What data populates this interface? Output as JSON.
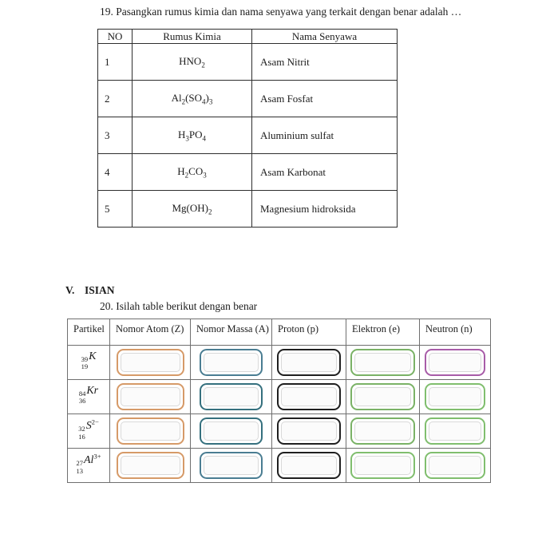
{
  "question19": {
    "text": "19. Pasangkan rumus kimia dan nama senyawa yang terkait dengan benar adalah …"
  },
  "table1": {
    "headers": [
      "NO",
      "Rumus Kimia",
      "Nama Senyawa"
    ],
    "rows": [
      {
        "no": "1",
        "formula": [
          {
            "t": "HNO"
          },
          {
            "b": "2"
          }
        ],
        "name": "Asam Nitrit"
      },
      {
        "no": "2",
        "formula": [
          {
            "t": "Al"
          },
          {
            "b": "2"
          },
          {
            "t": "(SO"
          },
          {
            "b": "4"
          },
          {
            "t": ")"
          },
          {
            "b": "3"
          }
        ],
        "name": "Asam Fosfat"
      },
      {
        "no": "3",
        "formula": [
          {
            "t": "H"
          },
          {
            "b": "3"
          },
          {
            "t": "PO"
          },
          {
            "b": "4"
          }
        ],
        "name": "Aluminium sulfat"
      },
      {
        "no": "4",
        "formula": [
          {
            "t": "H"
          },
          {
            "b": "2"
          },
          {
            "t": "CO"
          },
          {
            "b": "3"
          }
        ],
        "name": "Asam Karbonat"
      },
      {
        "no": "5",
        "formula": [
          {
            "t": "Mg(OH)"
          },
          {
            "b": "2"
          }
        ],
        "name": "Magnesium hidroksida"
      }
    ]
  },
  "section5": {
    "numeral": "V.",
    "title": "ISIAN"
  },
  "question20": {
    "text": "20. Isilah table berikut dengan benar"
  },
  "table2": {
    "headers": [
      "Partikel",
      "Nomor Atom (Z)",
      "Nomor Massa (A)",
      "Proton (p)",
      "Elektron (e)",
      "Neutron (n)"
    ],
    "rows": [
      {
        "particle": {
          "mass": "39",
          "atomic": "19",
          "symbol": "K",
          "charge": ""
        },
        "boxes": [
          {
            "column": "nomor-atom",
            "color": "#D69A68"
          },
          {
            "column": "nomor-massa",
            "color": "#4A7D92"
          },
          {
            "column": "proton",
            "color": "#1F1F1F"
          },
          {
            "column": "elektron",
            "color": "#7AB266"
          },
          {
            "column": "neutron",
            "color": "#A85CA8"
          }
        ]
      },
      {
        "particle": {
          "mass": "84",
          "atomic": "36",
          "symbol": "Kr",
          "charge": ""
        },
        "boxes": [
          {
            "column": "nomor-atom",
            "color": "#D69A68"
          },
          {
            "column": "nomor-massa",
            "color": "#35707E"
          },
          {
            "column": "proton",
            "color": "#1F1F1F"
          },
          {
            "column": "elektron",
            "color": "#7AB266"
          },
          {
            "column": "neutron",
            "color": "#80BE6E"
          }
        ]
      },
      {
        "particle": {
          "mass": "32",
          "atomic": "16",
          "symbol": "S",
          "charge": "2−"
        },
        "boxes": [
          {
            "column": "nomor-atom",
            "color": "#D69A68"
          },
          {
            "column": "nomor-massa",
            "color": "#35707E"
          },
          {
            "column": "proton",
            "color": "#1F1F1F"
          },
          {
            "column": "elektron",
            "color": "#7AB266"
          },
          {
            "column": "neutron",
            "color": "#80BE6E"
          }
        ]
      },
      {
        "particle": {
          "mass": "27",
          "atomic": "13",
          "symbol": "Al",
          "charge": "3+"
        },
        "boxes": [
          {
            "column": "nomor-atom",
            "color": "#D69A68"
          },
          {
            "column": "nomor-massa",
            "color": "#4A7D92"
          },
          {
            "column": "proton",
            "color": "#1F1F1F"
          },
          {
            "column": "elektron",
            "color": "#80BE6E"
          },
          {
            "column": "neutron",
            "color": "#80BE6E"
          }
        ]
      }
    ]
  }
}
